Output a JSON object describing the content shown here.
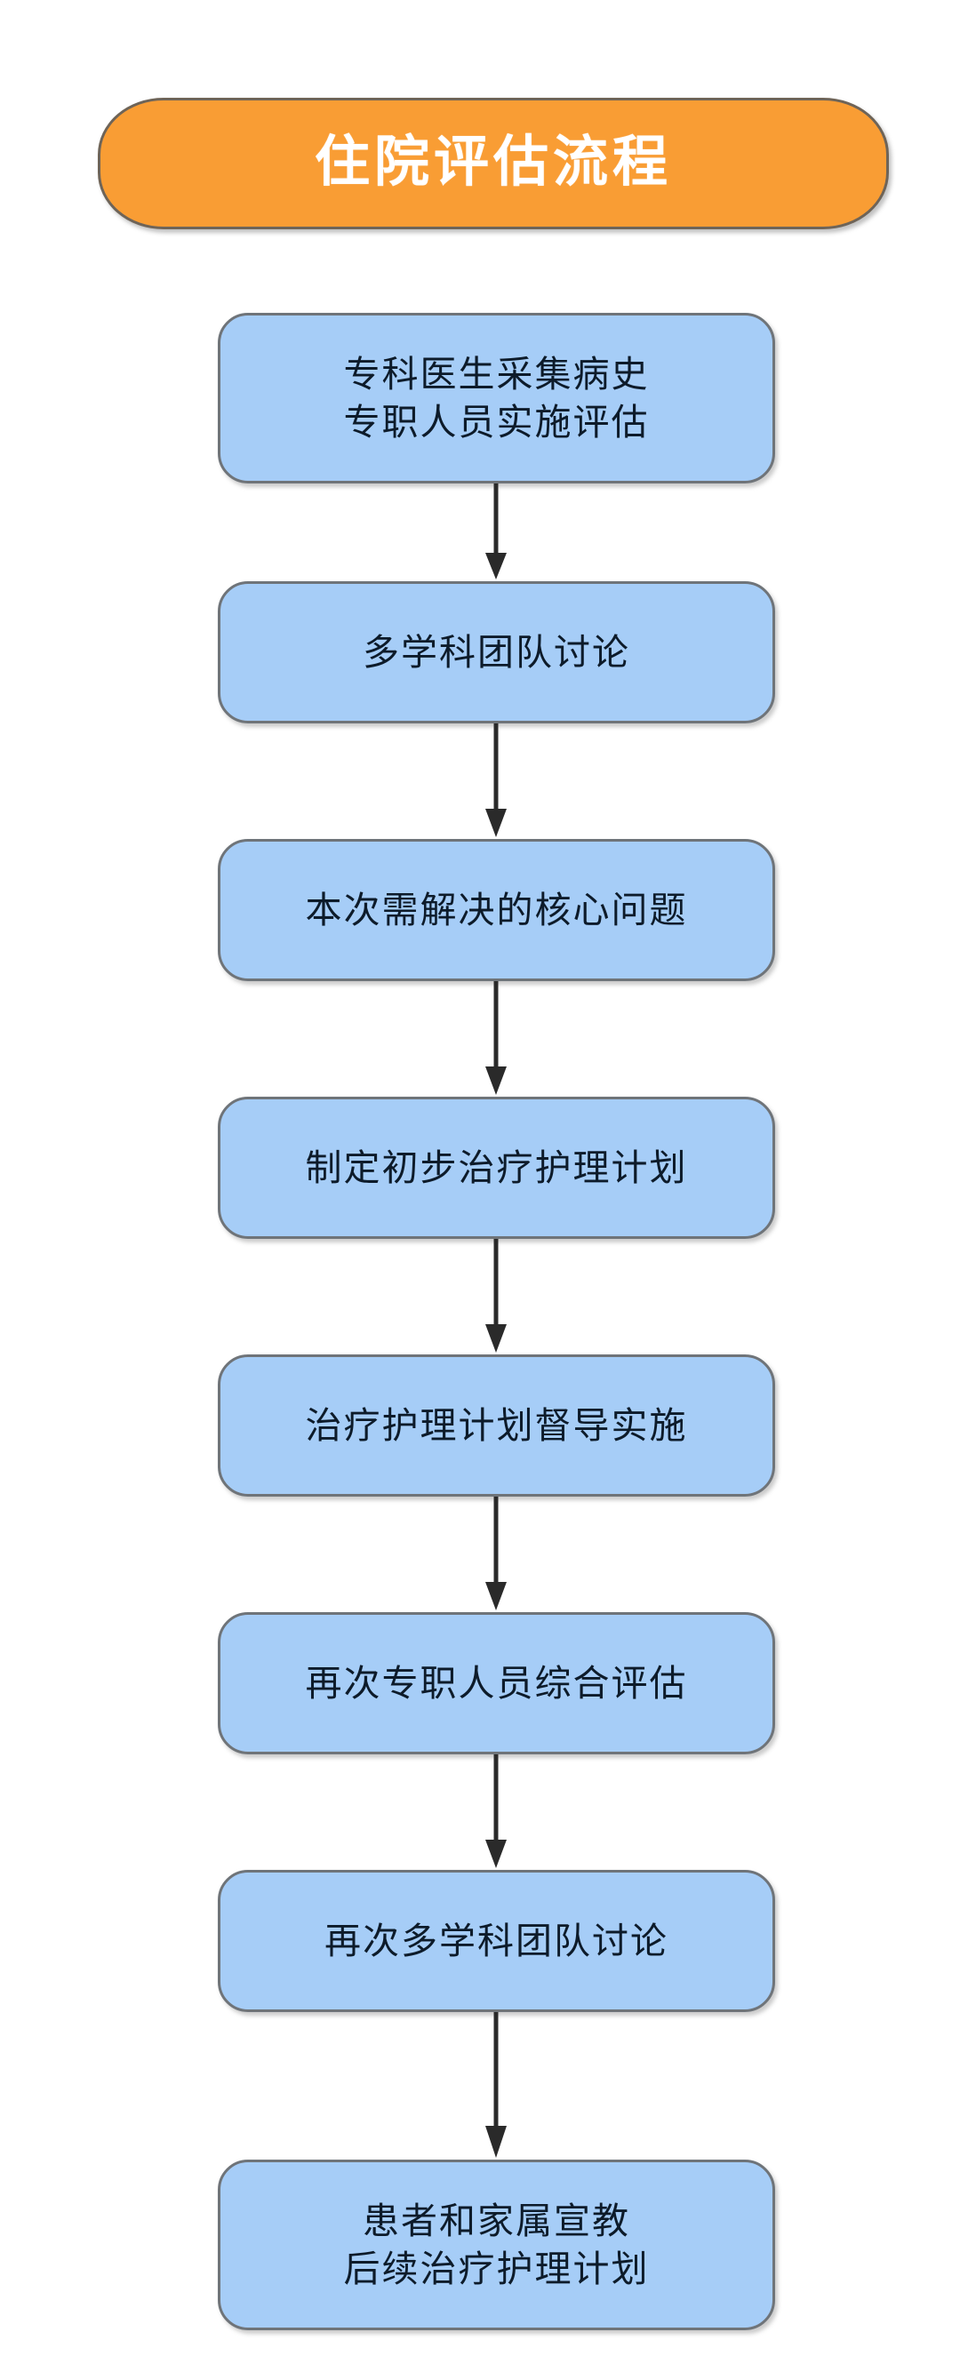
{
  "diagram": {
    "title": "住院评估流程",
    "colors": {
      "title_fill": "#f99d34",
      "title_border": "#6e6458",
      "title_text": "#ffffff",
      "node_fill": "#a6cdf7",
      "node_border": "#6f7479",
      "node_text": "#0d1b2a",
      "arrow": "#2a2a2a",
      "background": "#ffffff"
    },
    "orientation": "vertical-top-to-bottom",
    "nodes": [
      {
        "id": "node-1",
        "lines": [
          "专科医生采集病史",
          "专职人员实施评估"
        ],
        "line1": "专科医生采集病史",
        "line2": "专职人员实施评估"
      },
      {
        "id": "node-2",
        "lines": [
          "多学科团队讨论"
        ],
        "line1": "多学科团队讨论"
      },
      {
        "id": "node-3",
        "lines": [
          "本次需解决的核心问题"
        ],
        "line1": "本次需解决的核心问题"
      },
      {
        "id": "node-4",
        "lines": [
          "制定初步治疗护理计划"
        ],
        "line1": "制定初步治疗护理计划"
      },
      {
        "id": "node-5",
        "lines": [
          "治疗护理计划督导实施"
        ],
        "line1": "治疗护理计划督导实施"
      },
      {
        "id": "node-6",
        "lines": [
          "再次专职人员综合评估"
        ],
        "line1": "再次专职人员综合评估"
      },
      {
        "id": "node-7",
        "lines": [
          "再次多学科团队讨论"
        ],
        "line1": "再次多学科团队讨论"
      },
      {
        "id": "node-8",
        "lines": [
          "患者和家属宣教",
          "后续治疗护理计划"
        ],
        "line1": "患者和家属宣教",
        "line2": "后续治疗护理计划"
      }
    ],
    "edges": [
      {
        "from": "node-1",
        "to": "node-2",
        "arrow": "down"
      },
      {
        "from": "node-2",
        "to": "node-3",
        "arrow": "down"
      },
      {
        "from": "node-3",
        "to": "node-4",
        "arrow": "down"
      },
      {
        "from": "node-4",
        "to": "node-5",
        "arrow": "down"
      },
      {
        "from": "node-5",
        "to": "node-6",
        "arrow": "down"
      },
      {
        "from": "node-6",
        "to": "node-7",
        "arrow": "down"
      },
      {
        "from": "node-7",
        "to": "node-8",
        "arrow": "down"
      }
    ]
  }
}
